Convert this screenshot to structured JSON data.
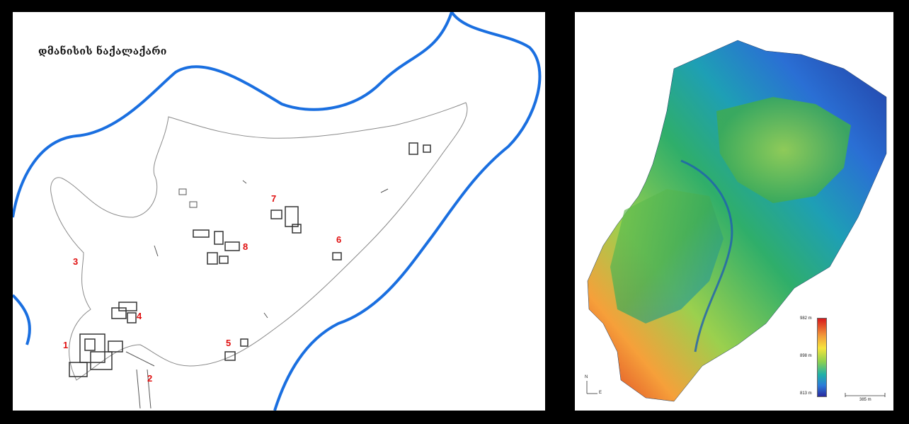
{
  "left_map": {
    "title": "დმანისის ნაქალაქარი",
    "site_labels": [
      {
        "id": "1",
        "text": "1"
      },
      {
        "id": "2",
        "text": "2"
      },
      {
        "id": "3",
        "text": "3"
      },
      {
        "id": "4",
        "text": "4"
      },
      {
        "id": "5",
        "text": "5"
      },
      {
        "id": "6",
        "text": "6"
      },
      {
        "id": "7",
        "text": "7"
      },
      {
        "id": "8",
        "text": "8"
      }
    ],
    "colors": {
      "river": "#1a6fe0",
      "outline": "#8a8a8a",
      "labels": "#e01010",
      "buildings": "#333333"
    }
  },
  "right_map": {
    "legend": {
      "max": "982 m",
      "mid": "898 m",
      "min": "813 m"
    },
    "north_label": "N",
    "east_label": "E",
    "scale_label": "385 m"
  }
}
